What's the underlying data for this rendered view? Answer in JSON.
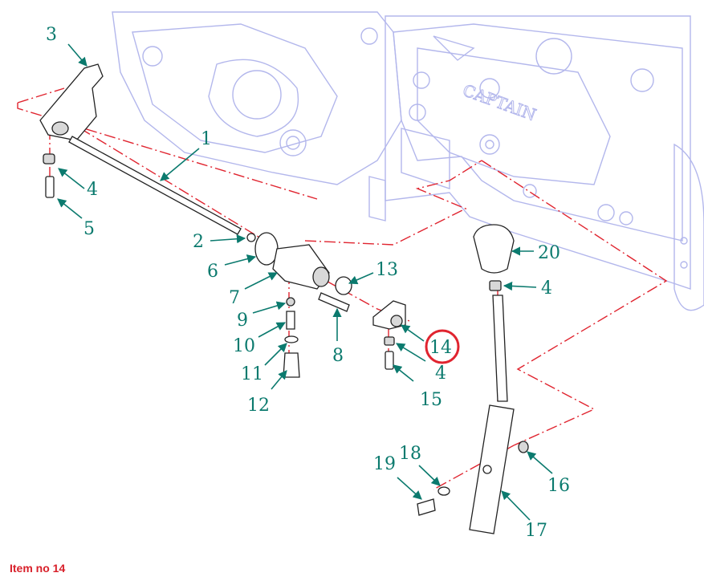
{
  "brand_mark": "CAPTAIN",
  "caption": "Item no 14",
  "highlighted_item": "14",
  "colors": {
    "callout": "#0b7a6e",
    "highlight": "#e0242f",
    "background_drawing": "#b3b7ec",
    "caption": "#d8202a"
  },
  "callouts": {
    "c1": "1",
    "c2": "2",
    "c3": "3",
    "c4a": "4",
    "c4b": "4",
    "c4c": "4",
    "c5": "5",
    "c6": "6",
    "c7": "7",
    "c8": "8",
    "c9": "9",
    "c10": "10",
    "c11": "11",
    "c12": "12",
    "c13": "13",
    "c14": "14",
    "c15": "15",
    "c16": "16",
    "c17": "17",
    "c18": "18",
    "c19": "19",
    "c20": "20"
  }
}
